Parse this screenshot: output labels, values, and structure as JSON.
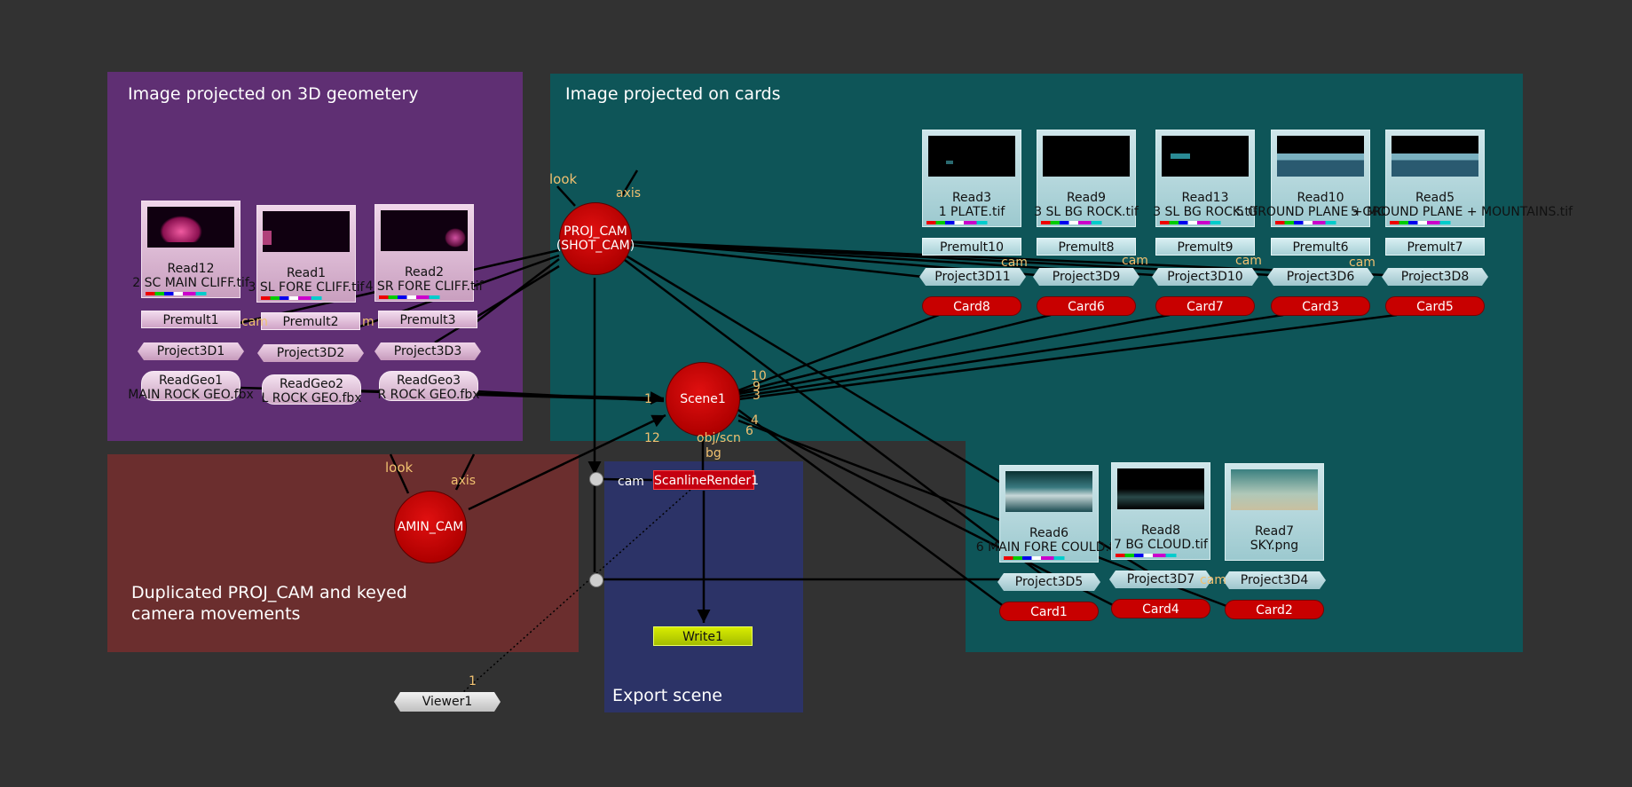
{
  "backdrops": {
    "geometry_label": "Image projected on 3D geometery",
    "cards_label": "Image projected on cards",
    "amin_label": "Duplicated PROJ_CAM and keyed camera movements",
    "export_label": "Export scene"
  },
  "colors": {
    "background": "#323232",
    "geometry_backdrop": "#5f2f73",
    "cards_backdrop": "#0e5558",
    "amin_backdrop": "#6b2e2e",
    "export_backdrop": "#2c3367",
    "pipe": "#000000",
    "pipe_label": "#f0c070"
  },
  "reads_geo": [
    {
      "name": "Read12",
      "file": "2 SC MAIN CLIFF.tif"
    },
    {
      "name": "Read1",
      "file": "3 SL FORE CLIFF.tif"
    },
    {
      "name": "Read2",
      "file": "4 SR FORE CLIFF.tif"
    }
  ],
  "premults_geo": [
    "Premult1",
    "Premult2",
    "Premult3"
  ],
  "projects_geo": [
    "Project3D1",
    "Project3D2",
    "Project3D3"
  ],
  "geos": [
    {
      "name": "ReadGeo1",
      "file": "MAIN ROCK GEO.fbx"
    },
    {
      "name": "ReadGeo2",
      "file": "L ROCK GEO.fbx"
    },
    {
      "name": "ReadGeo3",
      "file": "R ROCK GEO.fbx"
    }
  ],
  "reads_cards": [
    {
      "name": "Read3",
      "file": "1 PLATE.tif"
    },
    {
      "name": "Read9",
      "file": "3 SL BG ROCK.tif"
    },
    {
      "name": "Read13",
      "file": "3 SL BG ROCK.tif"
    },
    {
      "name": "Read10",
      "file": "5 GROUND PLANE + MOUNTAINS.tif"
    },
    {
      "name": "Read5",
      "file": "5 GROUND PLANE + MOUNTAINS.tif"
    }
  ],
  "premults_cards": [
    "Premult10",
    "Premult8",
    "Premult9",
    "Premult6",
    "Premult7"
  ],
  "projects_cards": [
    "Project3D11",
    "Project3D9",
    "Project3D10",
    "Project3D6",
    "Project3D8"
  ],
  "cards_top": [
    "Card8",
    "Card6",
    "Card7",
    "Card3",
    "Card5"
  ],
  "reads_sky": [
    {
      "name": "Read6",
      "file": "6 MAIN FORE COULD.tif"
    },
    {
      "name": "Read8",
      "file": "7 BG CLOUD.tif"
    },
    {
      "name": "Read7",
      "file": "SKY.png"
    }
  ],
  "projects_sky": [
    "Project3D5",
    "Project3D7",
    "Project3D4"
  ],
  "cards_bottom": [
    "Card1",
    "Card4",
    "Card2"
  ],
  "proj_cam": {
    "line1": "PROJ_CAM",
    "line2": "(SHOT_CAM)"
  },
  "amin_cam": "AMIN_CAM",
  "scene": "Scene1",
  "scanline": "ScanlineRender1",
  "write": "Write1",
  "viewer": "Viewer1",
  "pipe_labels": {
    "look": "look",
    "axis": "axis",
    "cam": "cam",
    "m": "m",
    "obj_scn": "obj/scn",
    "bg": "bg",
    "n1": "1",
    "n10": "10",
    "n12": "12",
    "n4": "4",
    "n6": "6",
    "n9": "9",
    "n3": "3"
  }
}
